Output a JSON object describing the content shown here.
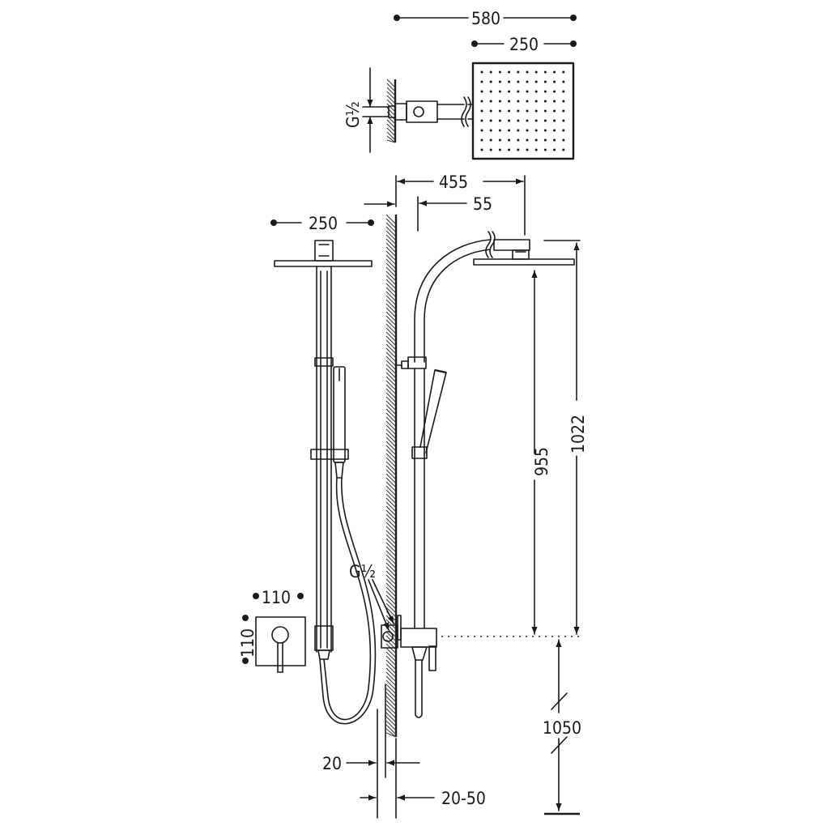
{
  "dimensions": {
    "top_overall_width": "580",
    "top_head_width": "250",
    "top_connection": "G½",
    "side_projection": "455",
    "side_offset": "55",
    "front_head_width": "250",
    "valve_width": "110",
    "valve_height": "110",
    "inlet_connection": "G½",
    "head_height": "955",
    "total_height": "1022",
    "install_height": "1050",
    "wall_depth": "20",
    "wall_distance": "20-50"
  },
  "colors": {
    "line": "#1a1a1a",
    "background": "#ffffff"
  }
}
